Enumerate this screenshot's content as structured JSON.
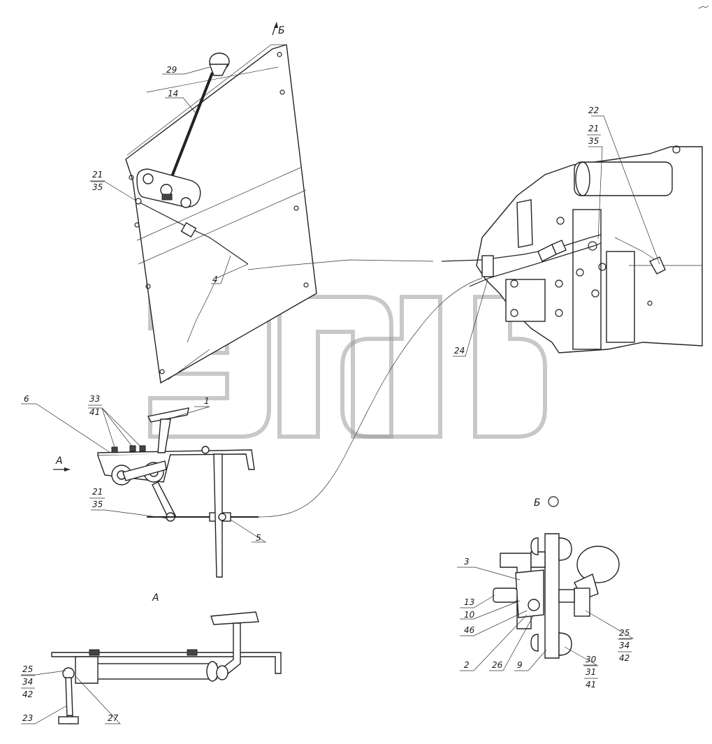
{
  "view_labels": {
    "arrow_b": "Б",
    "arrow_a": "A",
    "view_a_title": "A",
    "view_b_title": "Б"
  },
  "watermark": {
    "text": "эmdb",
    "tm": "TM"
  },
  "callouts": {
    "c29": "29",
    "c14": "14",
    "c21a": "21",
    "c35a": "35",
    "c4": "4",
    "c22": "22",
    "c21b": "21",
    "c35b": "35",
    "c24": "24",
    "c6": "6",
    "c33": "33",
    "c41a": "41",
    "c1": "1",
    "c21c": "21",
    "c35c": "35",
    "c5": "5",
    "c3": "3",
    "c13": "13",
    "c10": "10",
    "c46": "46",
    "c2": "2",
    "c26": "26",
    "c9": "9",
    "c30": "30",
    "c31": "31",
    "c41b": "41",
    "c25a": "25",
    "c34a": "34",
    "c42a": "42",
    "c25b": "25",
    "c34b": "34",
    "c42b": "42",
    "c23": "23",
    "c27": "27"
  }
}
